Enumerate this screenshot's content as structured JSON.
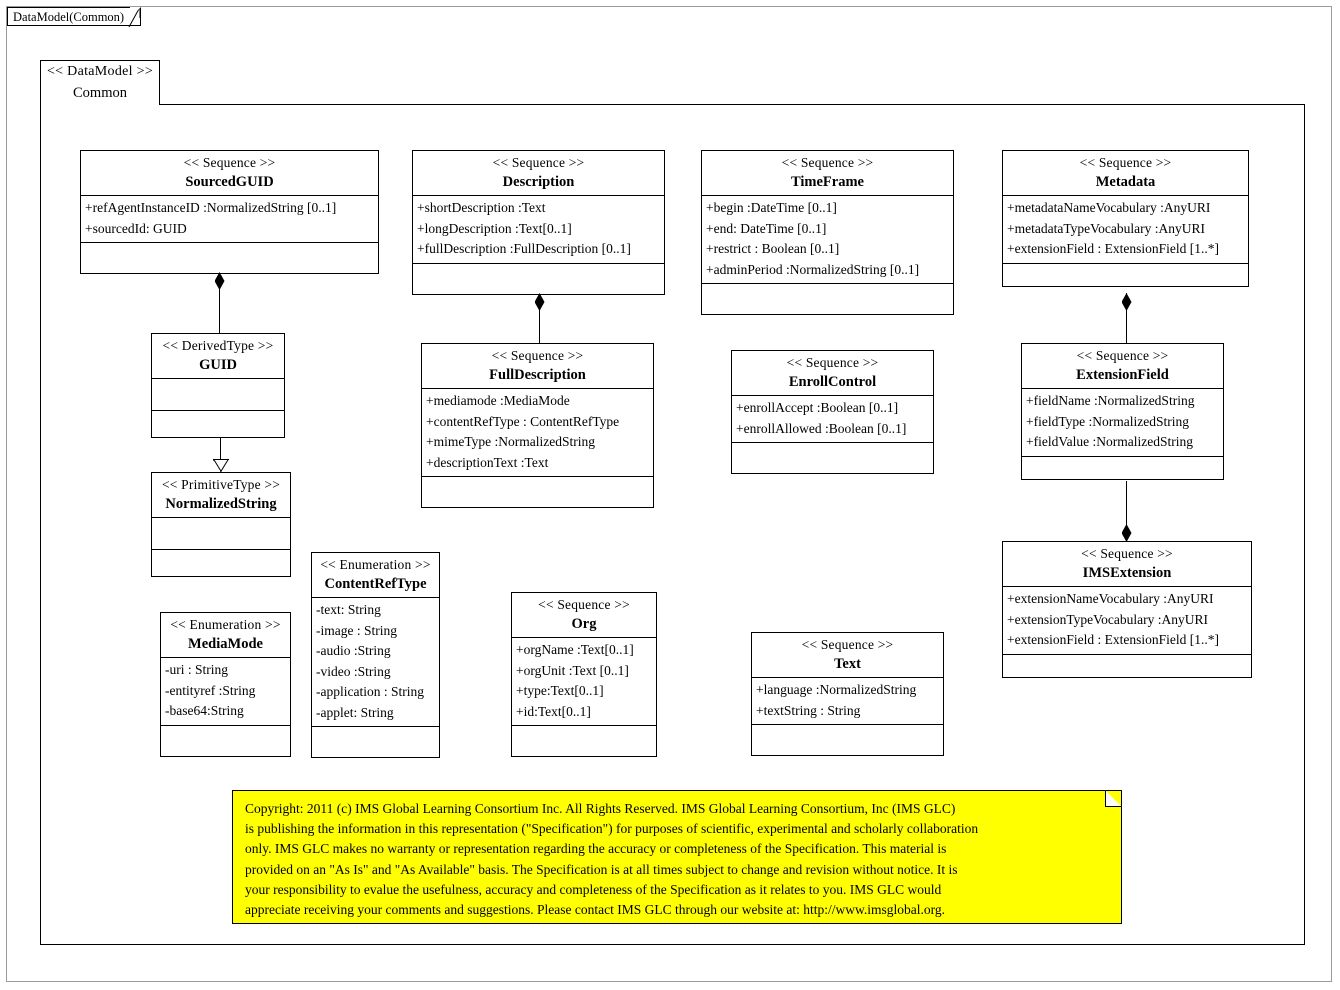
{
  "frame": {
    "tab_label": "DataModel(Common)"
  },
  "package": {
    "stereotype": "<< DataModel >>",
    "name": "Common"
  },
  "classes": [
    {
      "id": "sourcedguid",
      "stereotype": "<< Sequence >>",
      "name": "SourcedGUID",
      "attributes": [
        "+refAgentInstanceID  :NormalizedString  [0..1]",
        "+sourcedId: GUID"
      ]
    },
    {
      "id": "description",
      "stereotype": "<< Sequence >>",
      "name": "Description",
      "attributes": [
        "+shortDescription  :Text",
        "+longDescription  :Text[0..1]",
        "+fullDescription  :FullDescription  [0..1]"
      ]
    },
    {
      "id": "timeframe",
      "stereotype": "<< Sequence >>",
      "name": "TimeFrame",
      "attributes": [
        "+begin :DateTime [0..1]",
        "+end: DateTime [0..1]",
        "+restrict : Boolean [0..1]",
        "+adminPeriod :NormalizedString  [0..1]"
      ]
    },
    {
      "id": "metadata",
      "stereotype": "<< Sequence >>",
      "name": "Metadata",
      "attributes": [
        "+metadataNameVocabulary  :AnyURI",
        "+metadataTypeVocabulary  :AnyURI",
        "+extensionField : ExtensionField  [1..*]"
      ]
    },
    {
      "id": "guid",
      "stereotype": "<< DerivedType >>",
      "name": "GUID",
      "attributes": []
    },
    {
      "id": "fulldescription",
      "stereotype": "<< Sequence >>",
      "name": "FullDescription",
      "attributes": [
        "+mediamode :MediaMode",
        "+contentRefType  : ContentRefType",
        "+mimeType  :NormalizedString",
        "+descriptionText  :Text"
      ]
    },
    {
      "id": "enrollcontrol",
      "stereotype": "<< Sequence >>",
      "name": "EnrollControl",
      "attributes": [
        "+enrollAccept :Boolean [0..1]",
        "+enrollAllowed  :Boolean [0..1]"
      ]
    },
    {
      "id": "extensionfield",
      "stereotype": "<< Sequence >>",
      "name": "ExtensionField",
      "attributes": [
        "+fieldName :NormalizedString",
        "+fieldType :NormalizedString",
        "+fieldValue :NormalizedString"
      ]
    },
    {
      "id": "normalizedstring",
      "stereotype": "<< PrimitiveType  >>",
      "name": "NormalizedString",
      "attributes": []
    },
    {
      "id": "contentreftype",
      "stereotype": "<< Enumeration  >>",
      "name": "ContentRefType",
      "attributes": [
        "-text: String",
        "-image : String",
        "-audio :String",
        "-video :String",
        "-application  : String",
        "-applet: String"
      ]
    },
    {
      "id": "mediamode",
      "stereotype": "<< Enumeration  >>",
      "name": "MediaMode",
      "attributes": [
        "-uri : String",
        "-entityref  :String",
        "-base64:String"
      ]
    },
    {
      "id": "org",
      "stereotype": "<< Sequence >>",
      "name": "Org",
      "attributes": [
        "+orgName :Text[0..1]",
        "+orgUnit :Text [0..1]",
        "+type:Text[0..1]",
        "+id:Text[0..1]"
      ]
    },
    {
      "id": "text",
      "stereotype": "<< Sequence >>",
      "name": "Text",
      "attributes": [
        "+language :NormalizedString",
        "+textString  : String"
      ]
    },
    {
      "id": "imsextension",
      "stereotype": "<< Sequence >>",
      "name": "IMSExtension",
      "attributes": [
        "+extensionNameVocabulary  :AnyURI",
        "+extensionTypeVocabulary  :AnyURI",
        "+extensionField : ExtensionField  [1..*]"
      ]
    }
  ],
  "relationships": [
    {
      "from": "SourcedGUID",
      "to": "GUID",
      "type": "composition"
    },
    {
      "from": "GUID",
      "to": "NormalizedString",
      "type": "generalization"
    },
    {
      "from": "Description",
      "to": "FullDescription",
      "type": "composition"
    },
    {
      "from": "Metadata",
      "to": "ExtensionField",
      "type": "composition"
    },
    {
      "from": "ExtensionField",
      "to": "IMSExtension",
      "type": "composition"
    }
  ],
  "note": {
    "lines": [
      "Copyright: 2011 (c) IMS Global Learning Consortium Inc.  All Rights Reserved.  IMS Global Learning Consortium, Inc (IMS GLC)",
      "is publishing the information in this representation (\"Specification\") for purposes of scientific, experimental and scholarly collaboration",
      "only.  IMS GLC makes no warranty or representation regarding the accuracy or completeness of the Specification.  This material is",
      "provided on an \"As Is\" and \"As Available\" basis.  The Specification is at all times subject to change and revision without notice.  It is",
      "your responsibility to evalue the usefulness, accuracy and completeness of the Specification as it relates to you.  IMS GLC would",
      "appreciate receiving your comments and suggestions.  Please contact IMS GLC through our website at: http://www.imsglobal.org."
    ],
    "background_color": "#ffff00"
  }
}
